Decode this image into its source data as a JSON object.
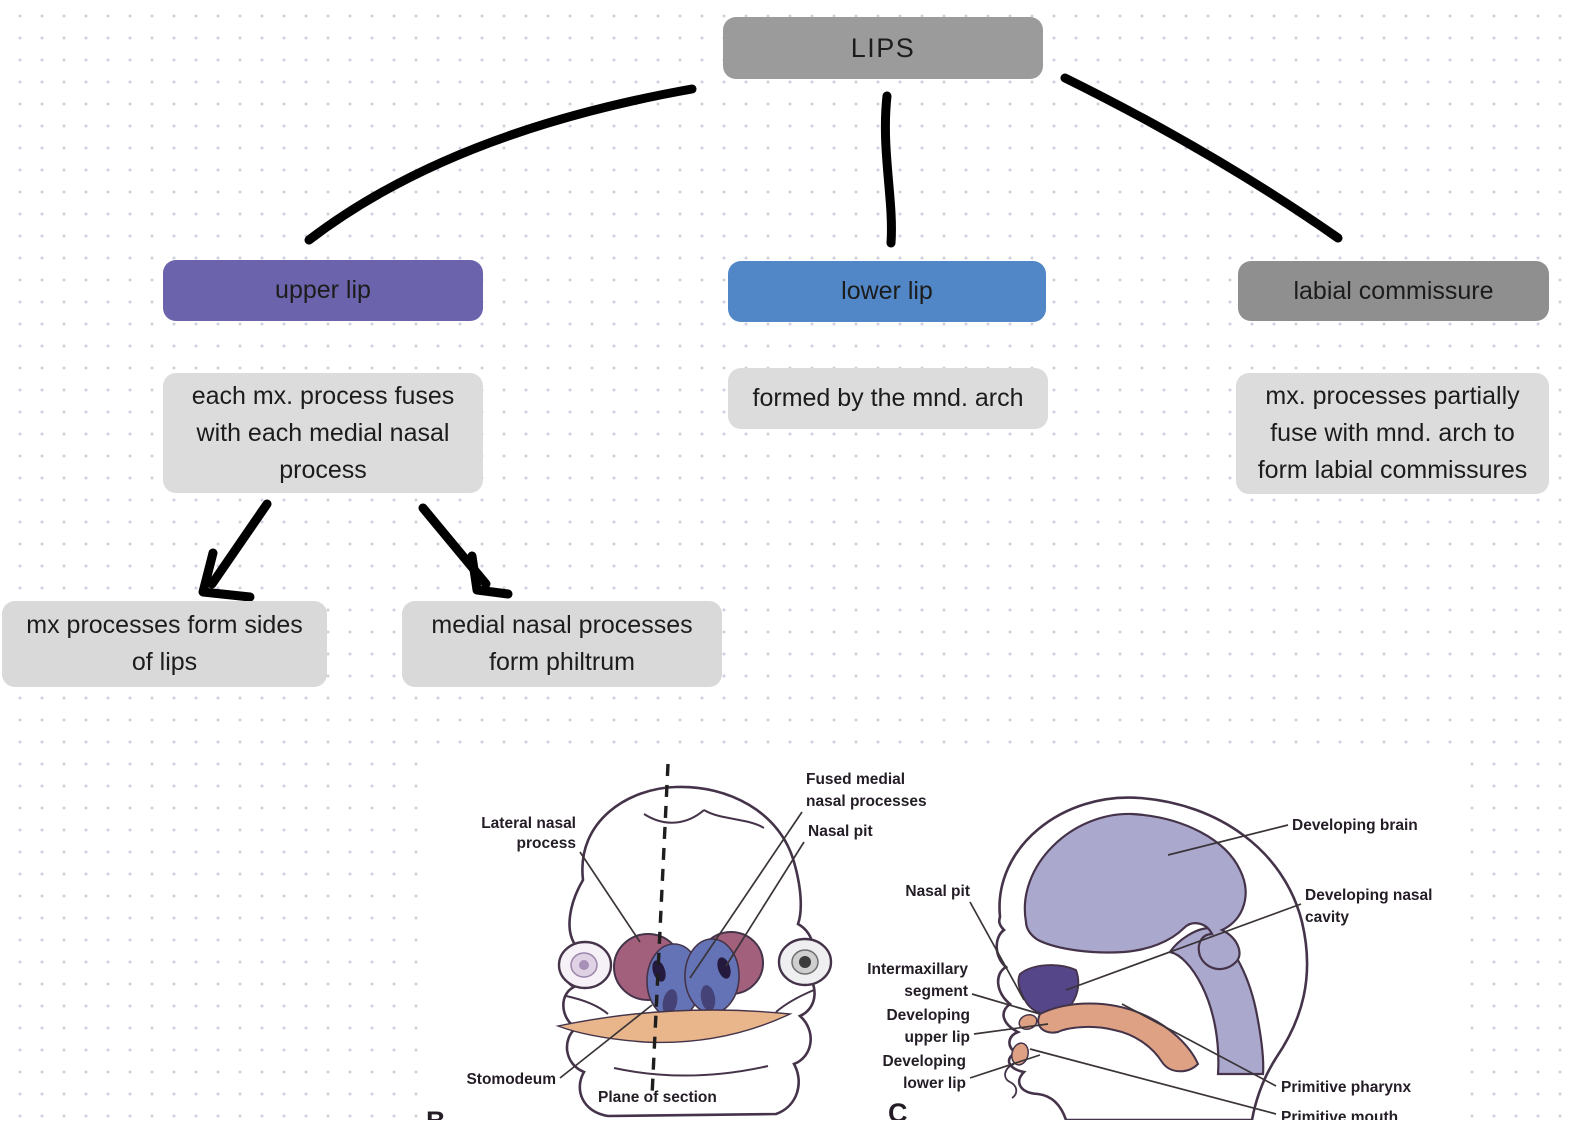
{
  "title": "LIPS concept map",
  "colors": {
    "root_gray": "#9b9b9b",
    "branch_purple": "#6b63ab",
    "branch_blue": "#5187c6",
    "branch_gray": "#8f8f8f",
    "desc_gray": "#dcdcdc",
    "leaf_gray": "#d9d9d9",
    "connector_black": "#000000",
    "dot_grid": "#ccd2de",
    "fig_brain_lavender": "#aba8ce",
    "fig_nasal_cavity_purple": "#554689",
    "fig_pharynx_salmon": "#dfa183",
    "fig_lateral_process_maroon": "#a2607d",
    "fig_medial_process_blue": "#6473b6",
    "fig_stomodeum_peach": "#e9b68c",
    "fig_outline": "#443349"
  },
  "root": {
    "label": "LIPS"
  },
  "branches": {
    "upper": {
      "label": "upper lip",
      "desc": "each mx. process fuses with each medial nasal process"
    },
    "lower": {
      "label": "lower lip",
      "desc": "formed by the mnd. arch"
    },
    "labial": {
      "label": "labial commissure",
      "desc": "mx. processes partially fuse with mnd. arch to form labial commissures"
    }
  },
  "leaves": {
    "sides": {
      "label": "mx processes form sides of lips"
    },
    "philtrum": {
      "label": "medial nasal processes form philtrum"
    }
  },
  "figure": {
    "b": {
      "letter": "B",
      "lateral_nasal_line1": "Lateral nasal",
      "lateral_nasal_line2": "process",
      "fused_line1": "Fused medial",
      "fused_line2": "nasal processes",
      "nasal_pit": "Nasal pit",
      "stomodeum": "Stomodeum",
      "plane_of_section": "Plane of section"
    },
    "c": {
      "letter": "C",
      "nasal_pit": "Nasal pit",
      "intermaxillary_line1": "Intermaxillary",
      "intermaxillary_line2": "segment",
      "upper_lip_line1": "Developing",
      "upper_lip_line2": "upper lip",
      "lower_lip_line1": "Developing",
      "lower_lip_line2": "lower lip",
      "brain": "Developing brain",
      "nasal_cavity_line1": "Developing nasal",
      "nasal_cavity_line2": "cavity",
      "pharynx": "Primitive pharynx",
      "mouth": "Primitive mouth"
    }
  }
}
